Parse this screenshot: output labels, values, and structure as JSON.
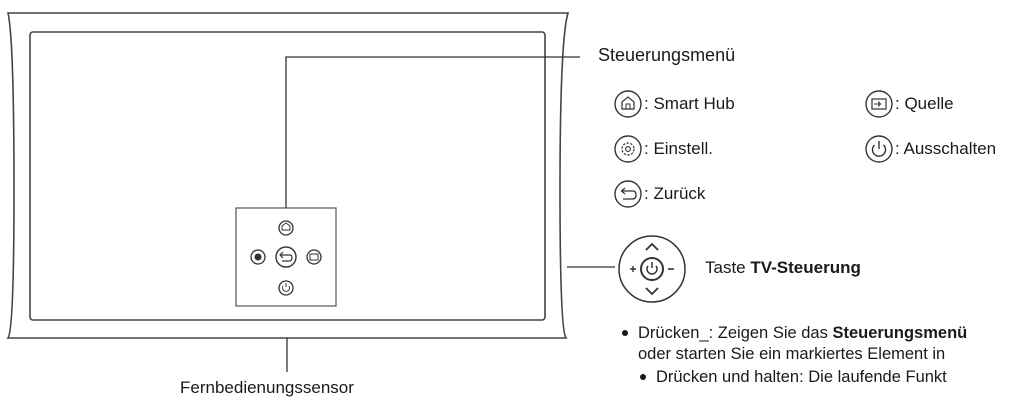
{
  "menu": {
    "title": "Steuerungsmenü",
    "items": [
      {
        "icon": "home-icon",
        "label": ": Smart Hub"
      },
      {
        "icon": "source-icon",
        "label": ": Quelle"
      },
      {
        "icon": "settings-icon",
        "label": ": Einstell."
      },
      {
        "icon": "power-icon",
        "label": ": Ausschalten"
      },
      {
        "icon": "back-icon",
        "label": ": Zurück"
      }
    ]
  },
  "controller": {
    "label_prefix": "Taste ",
    "label_bold": "TV-Steuerung"
  },
  "sensor": {
    "label": "Fernbedienungssensor"
  },
  "bullets": [
    {
      "prefix": "Drücken_: Zeigen Sie das ",
      "bold": "Steuerungsmenü",
      "line2": "oder starten Sie ein markiertes Element in"
    },
    {
      "prefix": "Drücken und halten: Die laufende Funkt",
      "bold": "",
      "line2": ""
    }
  ]
}
